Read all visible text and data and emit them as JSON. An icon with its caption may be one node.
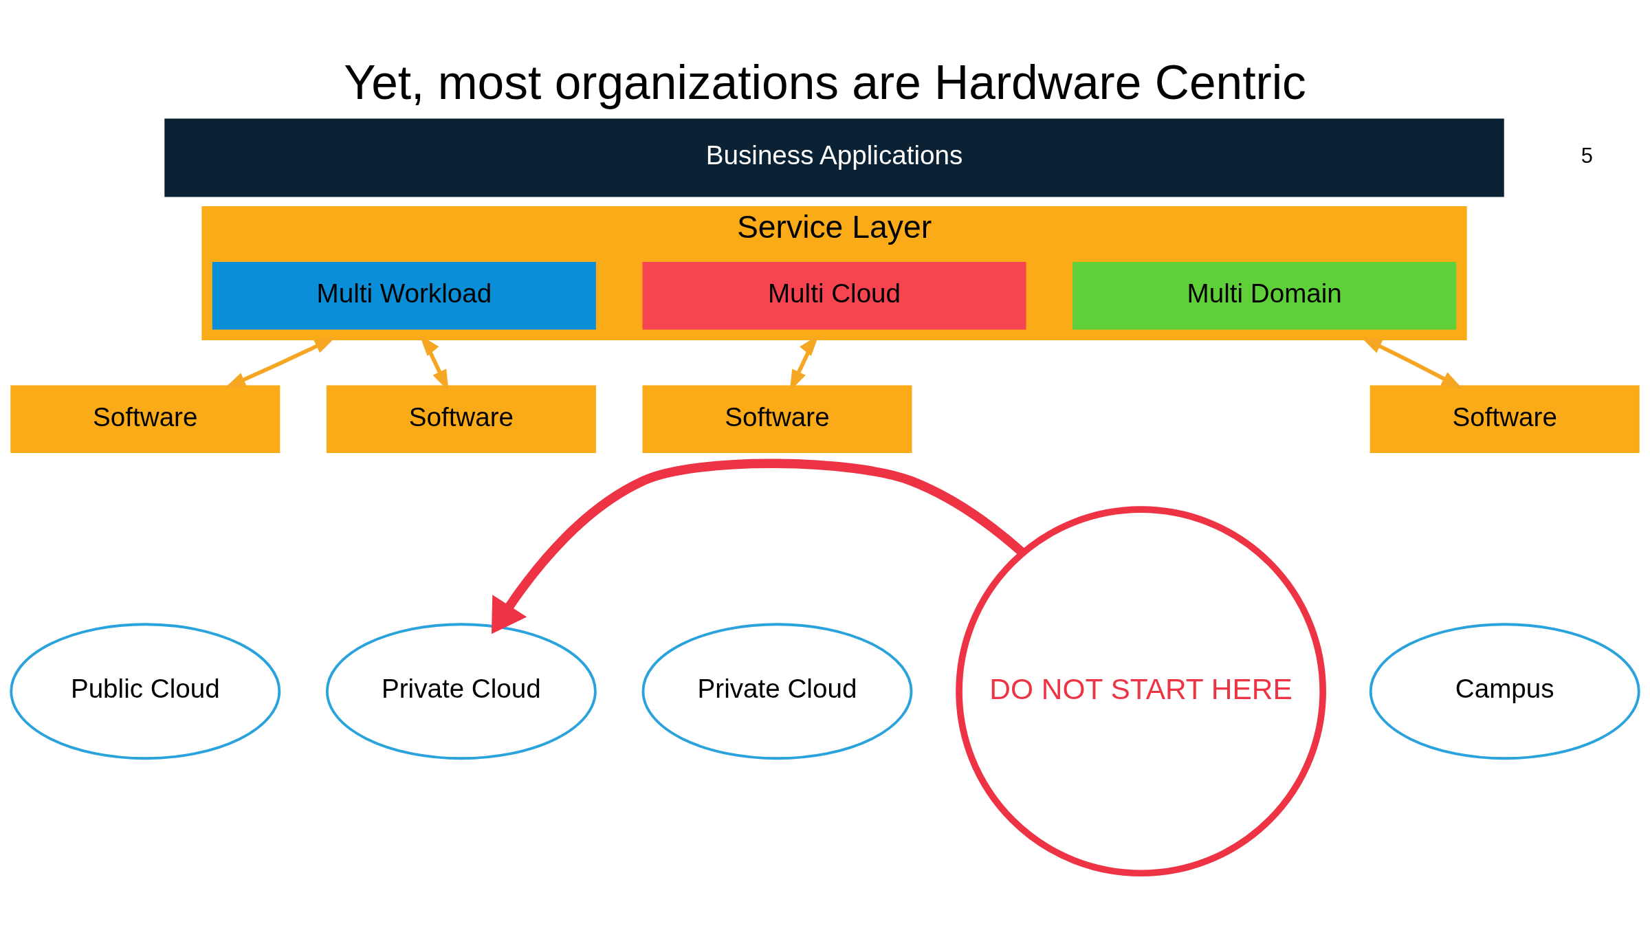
{
  "diagram": {
    "title": "Yet, most organizations are Hardware Centric",
    "nodes": [
      {
        "text": [
          "Business Applications"
        ]
      },
      {
        "text": [
          "Service Layer"
        ]
      },
      {
        "text": [
          "Multi Workload"
        ],
        "in": 1
      },
      {
        "text": [
          "Multi Cloud"
        ],
        "in": 1
      },
      {
        "text": [
          "Multi Domain"
        ],
        "in": 1
      },
      {
        "text": [
          "Software"
        ]
      },
      {
        "text": [
          "Public Cloud"
        ]
      },
      {
        "text": [
          "Software"
        ]
      },
      {
        "text": [
          "Private Cloud"
        ]
      },
      {
        "text": [
          "Software"
        ]
      },
      {
        "text": [
          "Private Cloud"
        ]
      },
      {
        "text": [
          "Software"
        ]
      },
      {
        "text": [
          "Campus"
        ]
      },
      {
        "text": [
          "DO NOT START HERE"
        ]
      }
    ],
    "edges": [
      {
        "from": 1,
        "to": 5,
        "arrow": "both"
      },
      {
        "from": 1,
        "to": 7,
        "arrow": "both"
      },
      {
        "from": 1,
        "to": 9,
        "arrow": "both"
      },
      {
        "from": 1,
        "to": 11,
        "arrow": "both"
      },
      {
        "from": 13,
        "to": 8,
        "arrow": "to",
        "style": "thick",
        "color": "#ee3344"
      }
    ],
    "labels": [
      "5"
    ]
  }
}
